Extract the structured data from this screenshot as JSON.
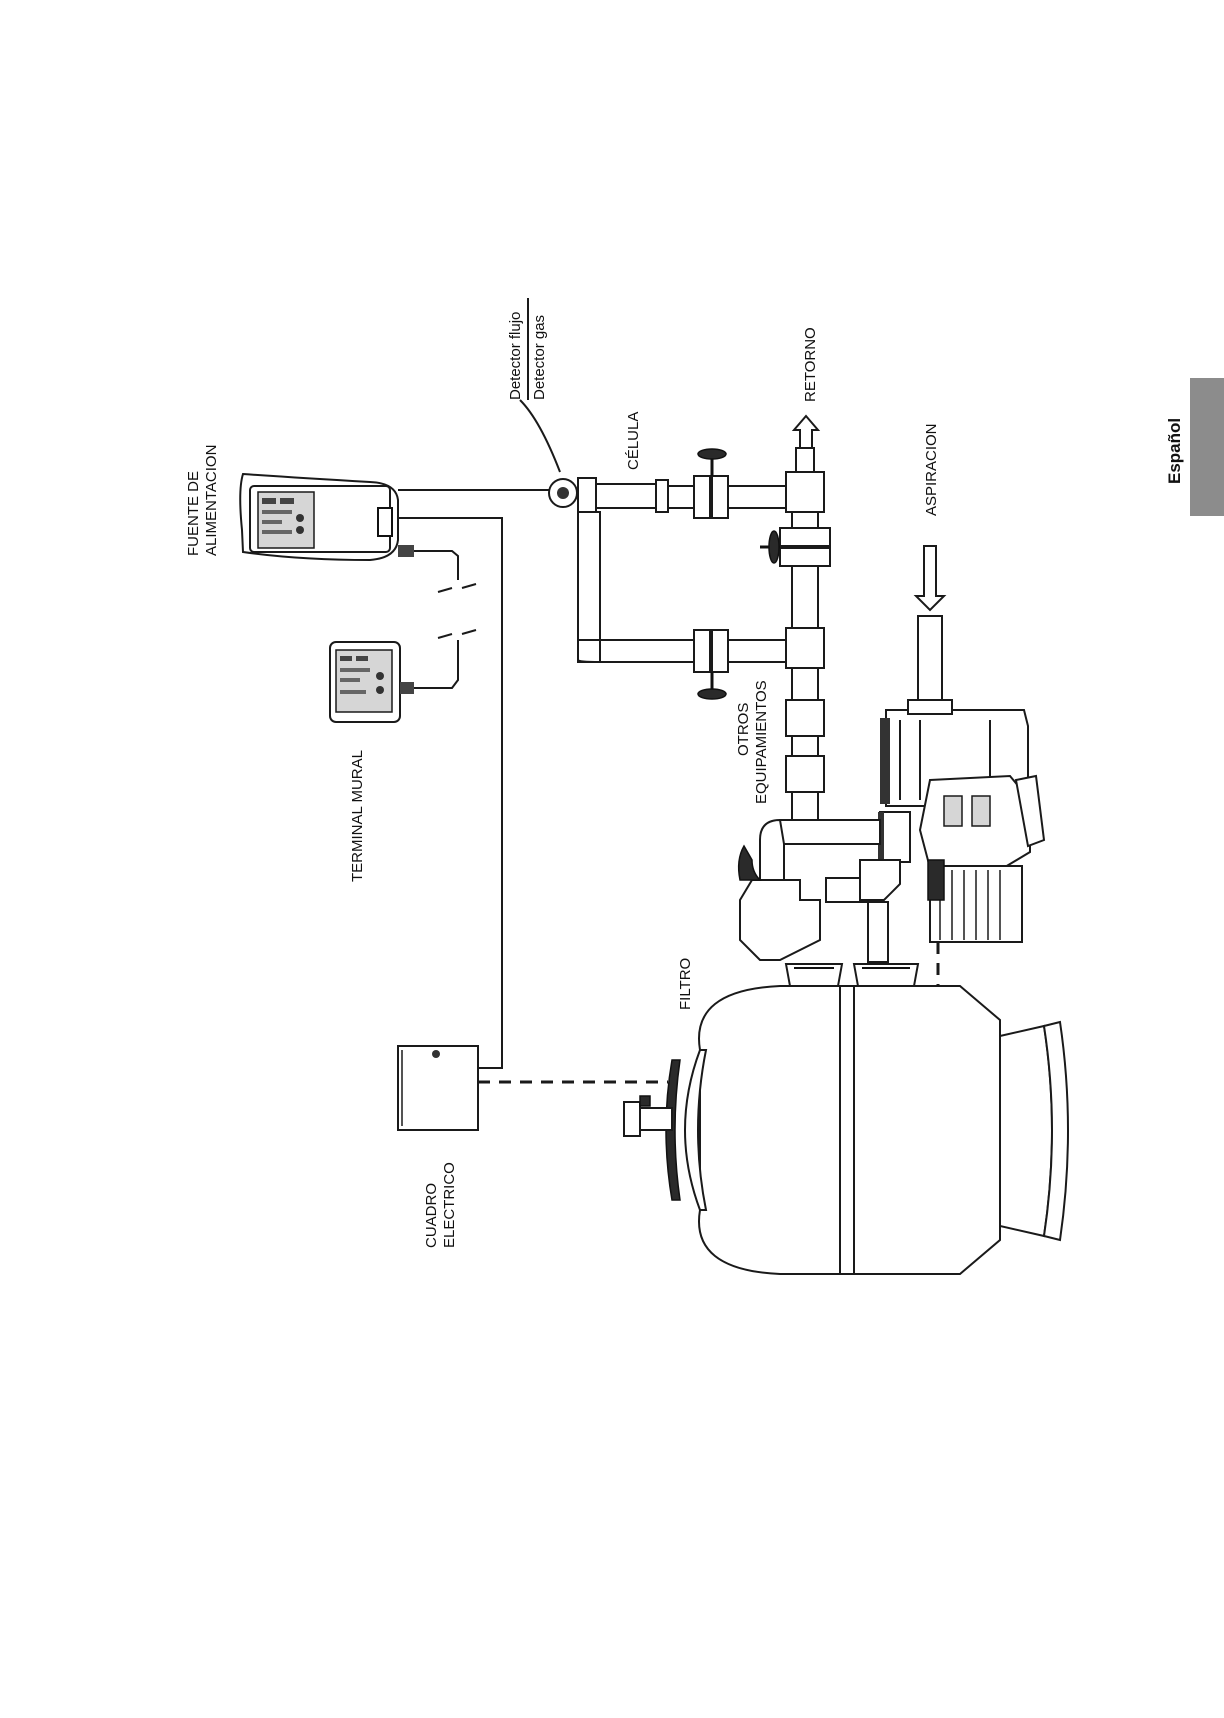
{
  "language_tab": {
    "label": "Español",
    "color": "#8c8c8c"
  },
  "labels": {
    "fuente_line1": "FUENTE DE",
    "fuente_line2": "ALIMENTACION",
    "detector_flujo": "Detector flujo",
    "detector_gas": "Detector gas",
    "celula": "CÉLULA",
    "retorno": "RETORNO",
    "aspiracion": "ASPIRACION",
    "terminal_mural": "TERMINAL MURAL",
    "otros_line1": "OTROS",
    "otros_line2": "EQUIPAMIENTOS",
    "filtro": "FILTRO",
    "cuadro_line1": "CUADRO",
    "cuadro_line2": "ELECTRICO"
  }
}
